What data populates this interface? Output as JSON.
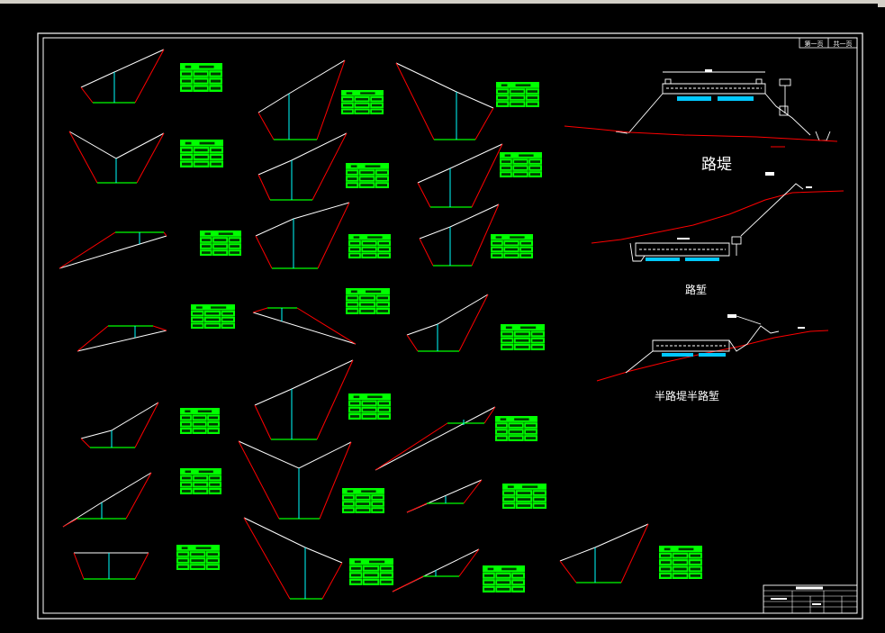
{
  "sheet": {
    "page_label": "第一页",
    "total_label": "共一页"
  },
  "typical_sections": {
    "embankment": {
      "label": "路堤"
    },
    "cutting": {
      "label": "路堑"
    },
    "half_fill_half_cut": {
      "label": "半路堤半路堑"
    }
  },
  "colors": {
    "background": "#000000",
    "frame": "#ffffff",
    "ground_line": "#ffffff",
    "slope_line": "#ff0000",
    "subgrade_line": "#00ff00",
    "centerline": "#00ffff",
    "table_fill": "#00ff00",
    "table_ink": "#003a00",
    "terrain_line": "#ff0000",
    "pavement": "#00c8ff",
    "window_chrome": "#d4d0c8"
  }
}
